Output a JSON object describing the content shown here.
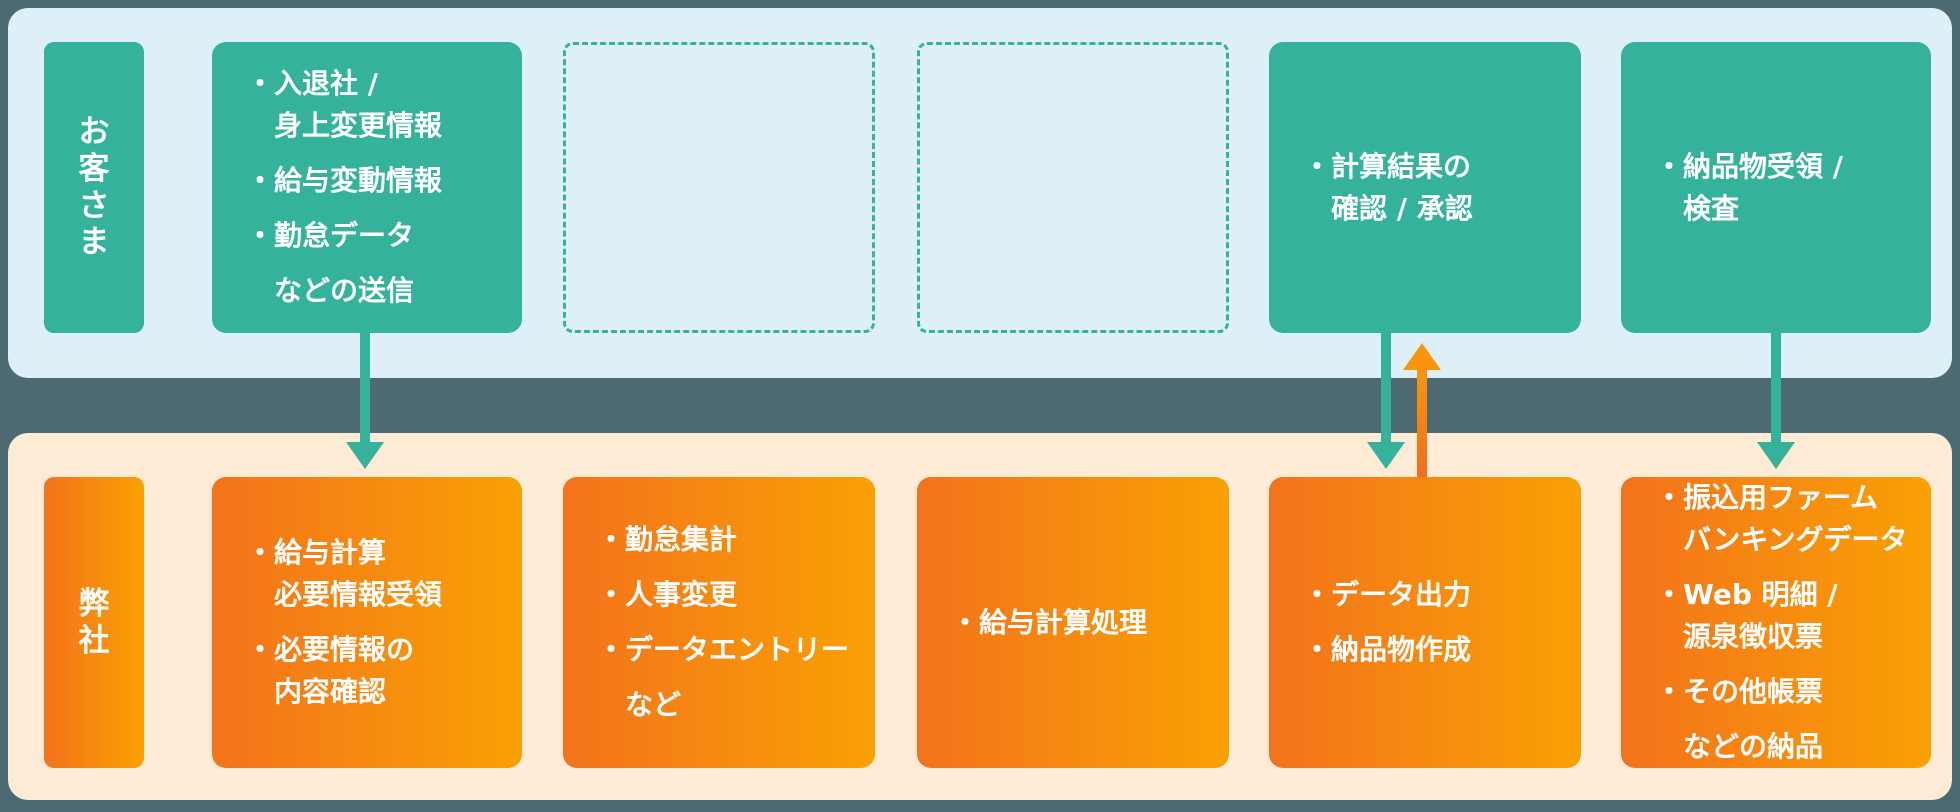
{
  "colors": {
    "page_bg": "#4d6971",
    "teal": "#35b29b",
    "light_blue": "#def0f7",
    "peach": "#fdebd5",
    "orange_start": "#f3731c",
    "orange_end": "#f9a104",
    "orange_arrow_top": "#f8950c",
    "orange_arrow_bottom": "#ef6f1e",
    "text_white": "#ffffff"
  },
  "customer_lane": {
    "label": "お\n客\nさ\nま",
    "boxes": [
      {
        "items": [
          "・入退社 /\n　身上変更情報",
          "・給与変動情報",
          "・勤怠データ",
          "　などの送信"
        ]
      },
      {
        "items": []
      },
      {
        "items": []
      },
      {
        "items": [
          "・計算結果の\n　確認 / 承認"
        ]
      },
      {
        "items": [
          "・納品物受領 /\n　検査"
        ]
      }
    ]
  },
  "company_lane": {
    "label": "弊\n社",
    "boxes": [
      {
        "items": [
          "・給与計算\n　必要情報受領",
          "・必要情報の\n　内容確認"
        ]
      },
      {
        "items": [
          "・勤怠集計",
          "・人事変更",
          "・データエントリー",
          "　など"
        ]
      },
      {
        "items": [
          "・給与計算処理"
        ]
      },
      {
        "items": [
          "・データ出力",
          "・納品物作成"
        ]
      },
      {
        "items": [
          "・振込用ファーム\n　バンキングデータ",
          "・Web 明細 /\n　源泉徴収票",
          "・その他帳票",
          "　などの納品"
        ]
      }
    ]
  },
  "arrows": [
    {
      "direction": "down",
      "color": "teal",
      "from": "customer-send-info",
      "to": "company-receive-info"
    },
    {
      "direction": "down",
      "color": "teal",
      "from": "customer-confirm-approve",
      "to": "company-data-output"
    },
    {
      "direction": "up",
      "color": "orange",
      "from": "company-data-output",
      "to": "customer-confirm-approve"
    },
    {
      "direction": "down",
      "color": "teal",
      "from": "customer-receive-inspect",
      "to": "company-deliverables"
    }
  ]
}
